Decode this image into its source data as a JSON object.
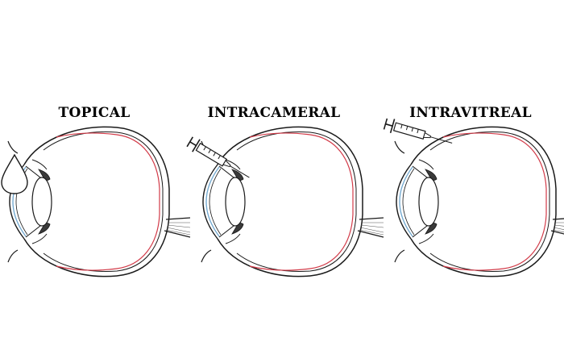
{
  "panels": [
    {
      "title": "TOPICAL",
      "route": "drop"
    },
    {
      "title": "INTRACAMERAL",
      "route": "syringe-anterior-chamber"
    },
    {
      "title": "INTRAVITREAL",
      "route": "syringe-vitreous"
    }
  ],
  "colors": {
    "outline": "#1a1a1a",
    "retina": "#d23a48",
    "cornea": "#6fa7cf",
    "background": "#ffffff"
  }
}
